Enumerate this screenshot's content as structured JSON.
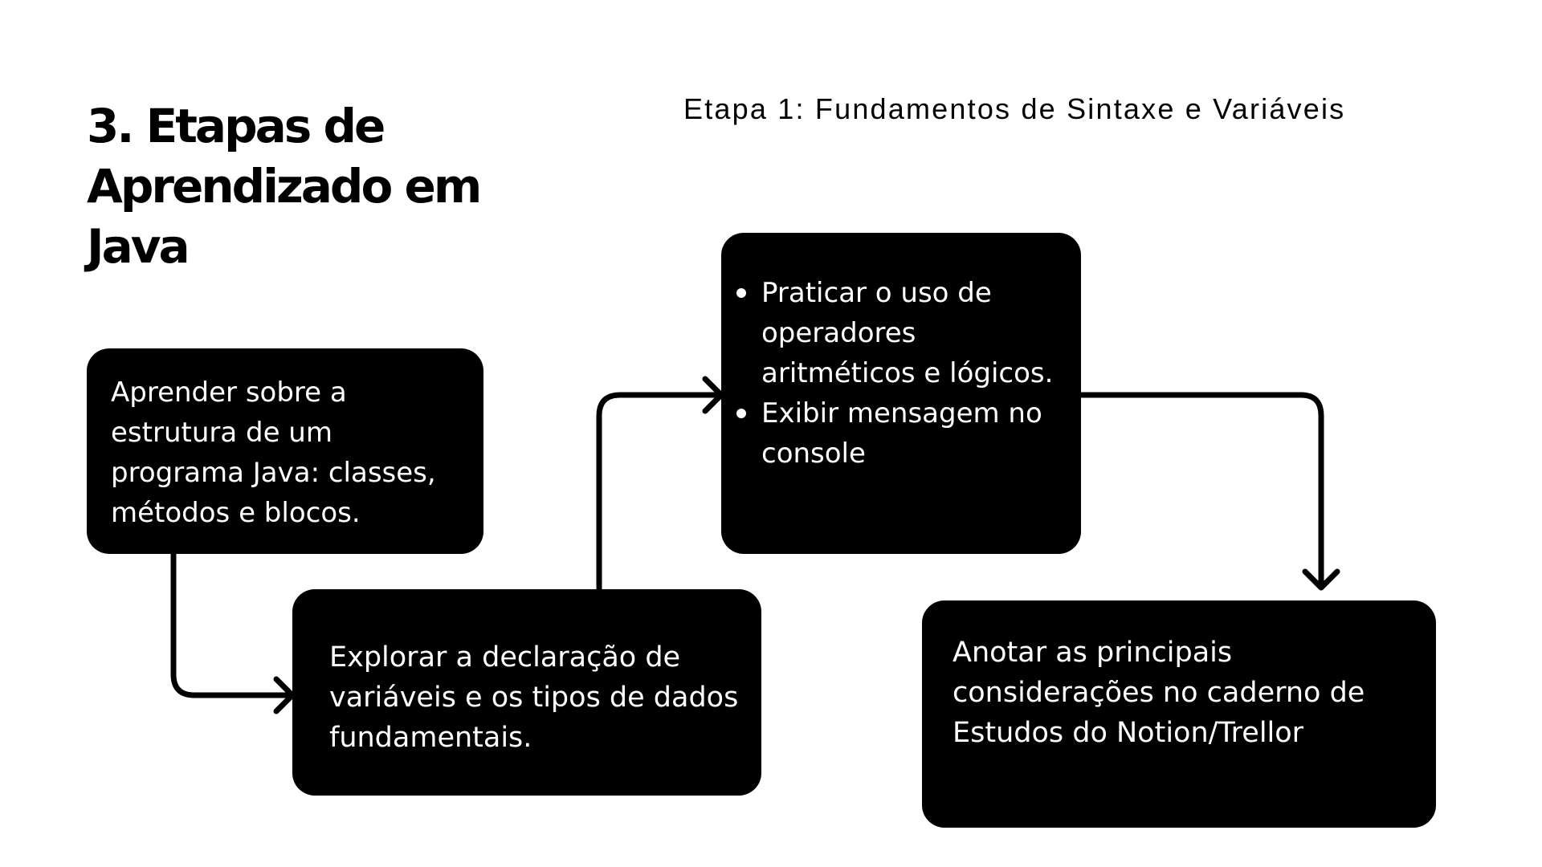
{
  "title": {
    "lines": [
      "3. Etapas de",
      "Aprendizado em",
      "Java"
    ]
  },
  "subtitle": "Etapa 1: Fundamentos de Sintaxe e Variáveis",
  "steps": {
    "structure": "Aprender sobre a estrutura de um programa Java: classes, métodos e blocos.",
    "variables": "Explorar a declaração de variáveis e os tipos de dados fundamentais.",
    "practice": {
      "bullets": [
        "Praticar o uso de operadores aritméticos e lógicos.",
        "Exibir mensagem no console"
      ]
    },
    "notes": "Anotar as principais considerações no caderno de Estudos do Notion/Trellor"
  },
  "colors": {
    "box_fill": "#000000",
    "box_text": "#ffffff",
    "connector": "#000000"
  }
}
